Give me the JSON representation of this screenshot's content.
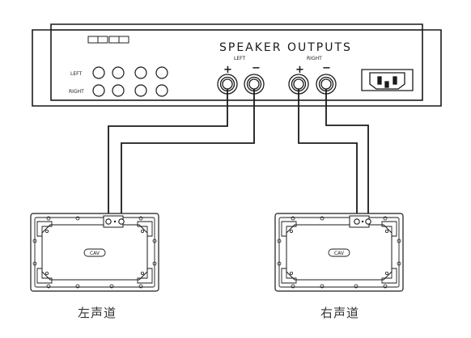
{
  "amplifier": {
    "panel_title": "SPEAKER OUTPUTS",
    "row_labels": {
      "left": "LEFT",
      "right": "RIGHT"
    },
    "group_labels": {
      "left": "LEFT",
      "right": "RIGHT"
    },
    "plus_symbol": "+",
    "minus_symbol": "−"
  },
  "speakers": {
    "left": {
      "logo": "CAV",
      "caption": "左声道"
    },
    "right": {
      "logo": "CAV",
      "caption": "右声道"
    }
  }
}
